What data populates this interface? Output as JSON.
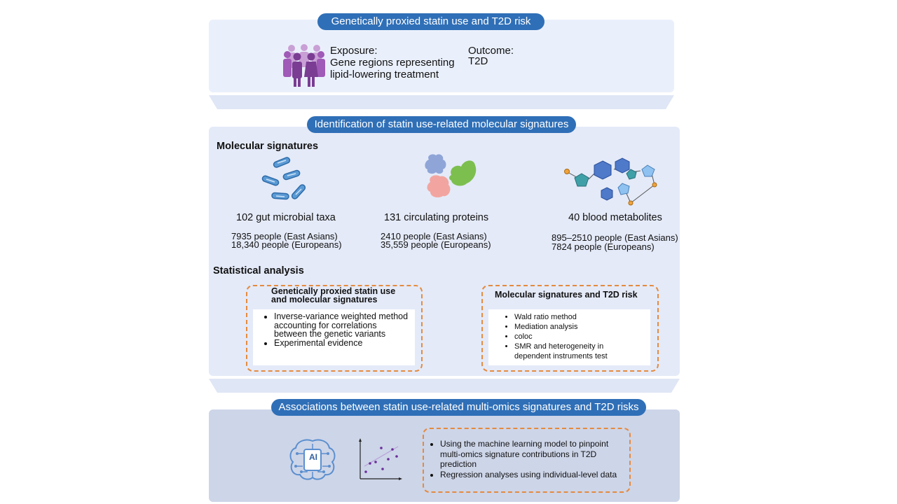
{
  "section1": {
    "title": "Genetically proxied statin use and T2D risk",
    "exposure_label": "Exposure:",
    "exposure_text": [
      "Gene regions representing",
      "lipid-lowering treatment"
    ],
    "outcome_label": "Outcome:",
    "outcome_text": "T2D"
  },
  "section2": {
    "title": "Identification of statin use-related molecular signatures",
    "molecular_heading": "Molecular signatures",
    "columns": [
      {
        "label": "102 gut microbial taxa",
        "lines": [
          "7935 people (East Asians)",
          "18,340 people (Europeans)"
        ]
      },
      {
        "label": "131 circulating proteins",
        "lines": [
          "2410 people (East Asians)",
          "35,559 people (Europeans)"
        ]
      },
      {
        "label": "40 blood metabolites",
        "lines": [
          "895–2510 people (East Asians)",
          "7824 people (Europeans)"
        ]
      }
    ],
    "statistical_heading": "Statistical analysis",
    "left_box": {
      "title": [
        "Genetically proxied statin use",
        "and molecular signatures"
      ],
      "items": [
        "Inverse-variance weighted method accounting for correlations between the genetic variants",
        "Experimental evidence"
      ]
    },
    "right_box": {
      "title": "Molecular signatures and T2D risk",
      "items": [
        "Wald ratio method",
        "Mediation analysis",
        "coloc",
        "SMR and heterogeneity in dependent instruments test"
      ]
    }
  },
  "section3": {
    "title": "Associations between statin use-related multi-omics signatures and T2D risks",
    "ai_label": "AI",
    "items": [
      "Using the machine learning model to pinpoint multi-omics signature contributions in T2D prediction",
      "Regression analyses using individual-level data"
    ]
  },
  "colors": {
    "pill": "#2f6fb7",
    "panel_light": "#eaf0fb",
    "panel_mid": "#e4eaf8",
    "panel_dark": "#cdd5e8",
    "dashed": "#e58a3e"
  }
}
